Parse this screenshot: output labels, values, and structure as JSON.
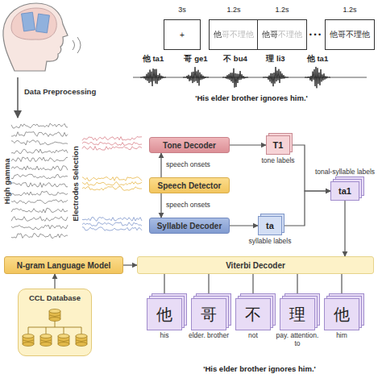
{
  "diagram": {
    "nodes": [
      {
        "text": [
          "+"
        ]
      },
      {
        "text": [
          "他哥不理他"
        ]
      },
      {
        "text": [
          "他哥不理他"
        ]
      },
      {
        "text": [
          "他哥不理他"
        ]
      },
      {
        "text": [
          "Tone Decoder"
        ]
      },
      {
        "text": [
          "Speech Detector"
        ]
      },
      {
        "text": [
          "Syllable Decoder"
        ]
      },
      {
        "text": [
          "T1",
          "tone labels"
        ]
      },
      {
        "text": [
          "ta1",
          "tonal-syllable labels"
        ]
      },
      {
        "text": [
          "ta",
          "syllable labels"
        ]
      },
      {
        "text": [
          "N-gram Language Model"
        ]
      },
      {
        "text": [
          "Viterbi Decoder"
        ]
      },
      {
        "text": [
          "CCL Database"
        ]
      },
      {
        "text": [
          "他",
          "his"
        ]
      },
      {
        "text": [
          "哥",
          "elder. brother"
        ]
      },
      {
        "text": [
          "不",
          "not"
        ]
      },
      {
        "text": [
          "理",
          "pay. attention. to"
        ]
      },
      {
        "text": [
          "他",
          "him"
        ]
      }
    ],
    "edges": [
      {
        "from": 5,
        "to": 4,
        "arrow": "to",
        "label": "speech onsets"
      },
      {
        "from": 5,
        "to": 6,
        "arrow": "to",
        "label": "speech onsets"
      },
      {
        "from": 4,
        "to": 7,
        "arrow": "to"
      },
      {
        "from": 6,
        "to": 9,
        "arrow": "to"
      },
      {
        "from": 7,
        "to": 8,
        "arrow": "to"
      },
      {
        "from": 9,
        "to": 8,
        "arrow": "to"
      },
      {
        "from": 8,
        "to": 11,
        "arrow": "to"
      },
      {
        "from": 10,
        "to": 11,
        "arrow": "to"
      },
      {
        "from": 12,
        "to": 10,
        "arrow": "to"
      },
      {
        "from": 11,
        "to": 13,
        "arrow": "to"
      },
      {
        "from": 11,
        "to": 14,
        "arrow": "to"
      },
      {
        "from": 11,
        "to": 15,
        "arrow": "to"
      },
      {
        "from": 11,
        "to": 16,
        "arrow": "to"
      },
      {
        "from": 11,
        "to": 17,
        "arrow": "to"
      }
    ],
    "labels": [
      "3s",
      "1.2s",
      "1.2s",
      "1.2s",
      "• • •",
      "他 ta1",
      "哥 ge1",
      "不 bu4",
      "理 li3",
      "他 ta1",
      "'His elder brother ignores him.'",
      "Data Preprocessing",
      "High gamma",
      "Electrodes Selection",
      "'His elder brother ignores him.'"
    ]
  }
}
